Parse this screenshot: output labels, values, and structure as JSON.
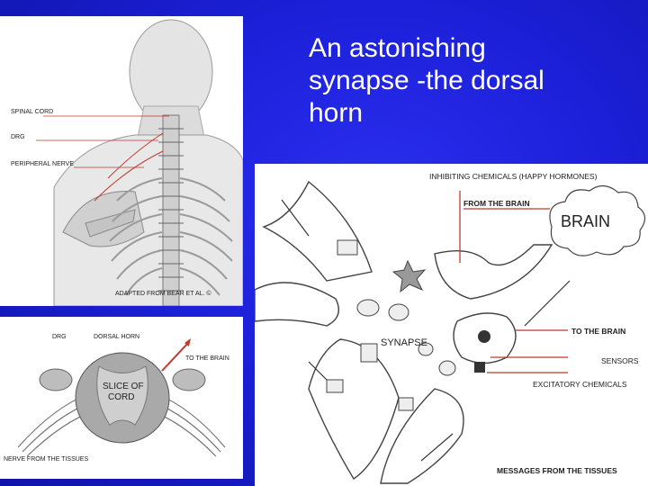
{
  "slide": {
    "title_lines": [
      "An astonishing",
      "synapse -the dorsal",
      "horn"
    ]
  },
  "spine_figure": {
    "labels": {
      "spinal_cord": "SPINAL CORD",
      "drg": "DRG",
      "peripheral_nerve": "PERIPHERAL NERVE",
      "credit": "ADAPTED FROM BEAR ET AL. ©"
    }
  },
  "cord_section_figure": {
    "labels": {
      "drg": "DRG",
      "dorsal_horn": "DORSAL HORN",
      "to_the_brain": "TO THE BRAIN",
      "slice_of_cord_line1": "SLICE OF",
      "slice_of_cord_line2": "CORD",
      "nerve_from_tissues": "NERVE FROM THE TISSUES"
    }
  },
  "synapse_figure": {
    "labels": {
      "inhibiting": "INHIBITING CHEMICALS (HAPPY HORMONES)",
      "from_brain": "FROM THE BRAIN",
      "brain": "BRAIN",
      "synapse": "SYNAPSE",
      "to_brain": "TO THE BRAIN",
      "sensors": "SENSORS",
      "excitatory": "EXCITATORY CHEMICALS",
      "messages": "MESSAGES FROM THE TISSUES"
    },
    "colors": {
      "accent": "#c0392b"
    }
  }
}
